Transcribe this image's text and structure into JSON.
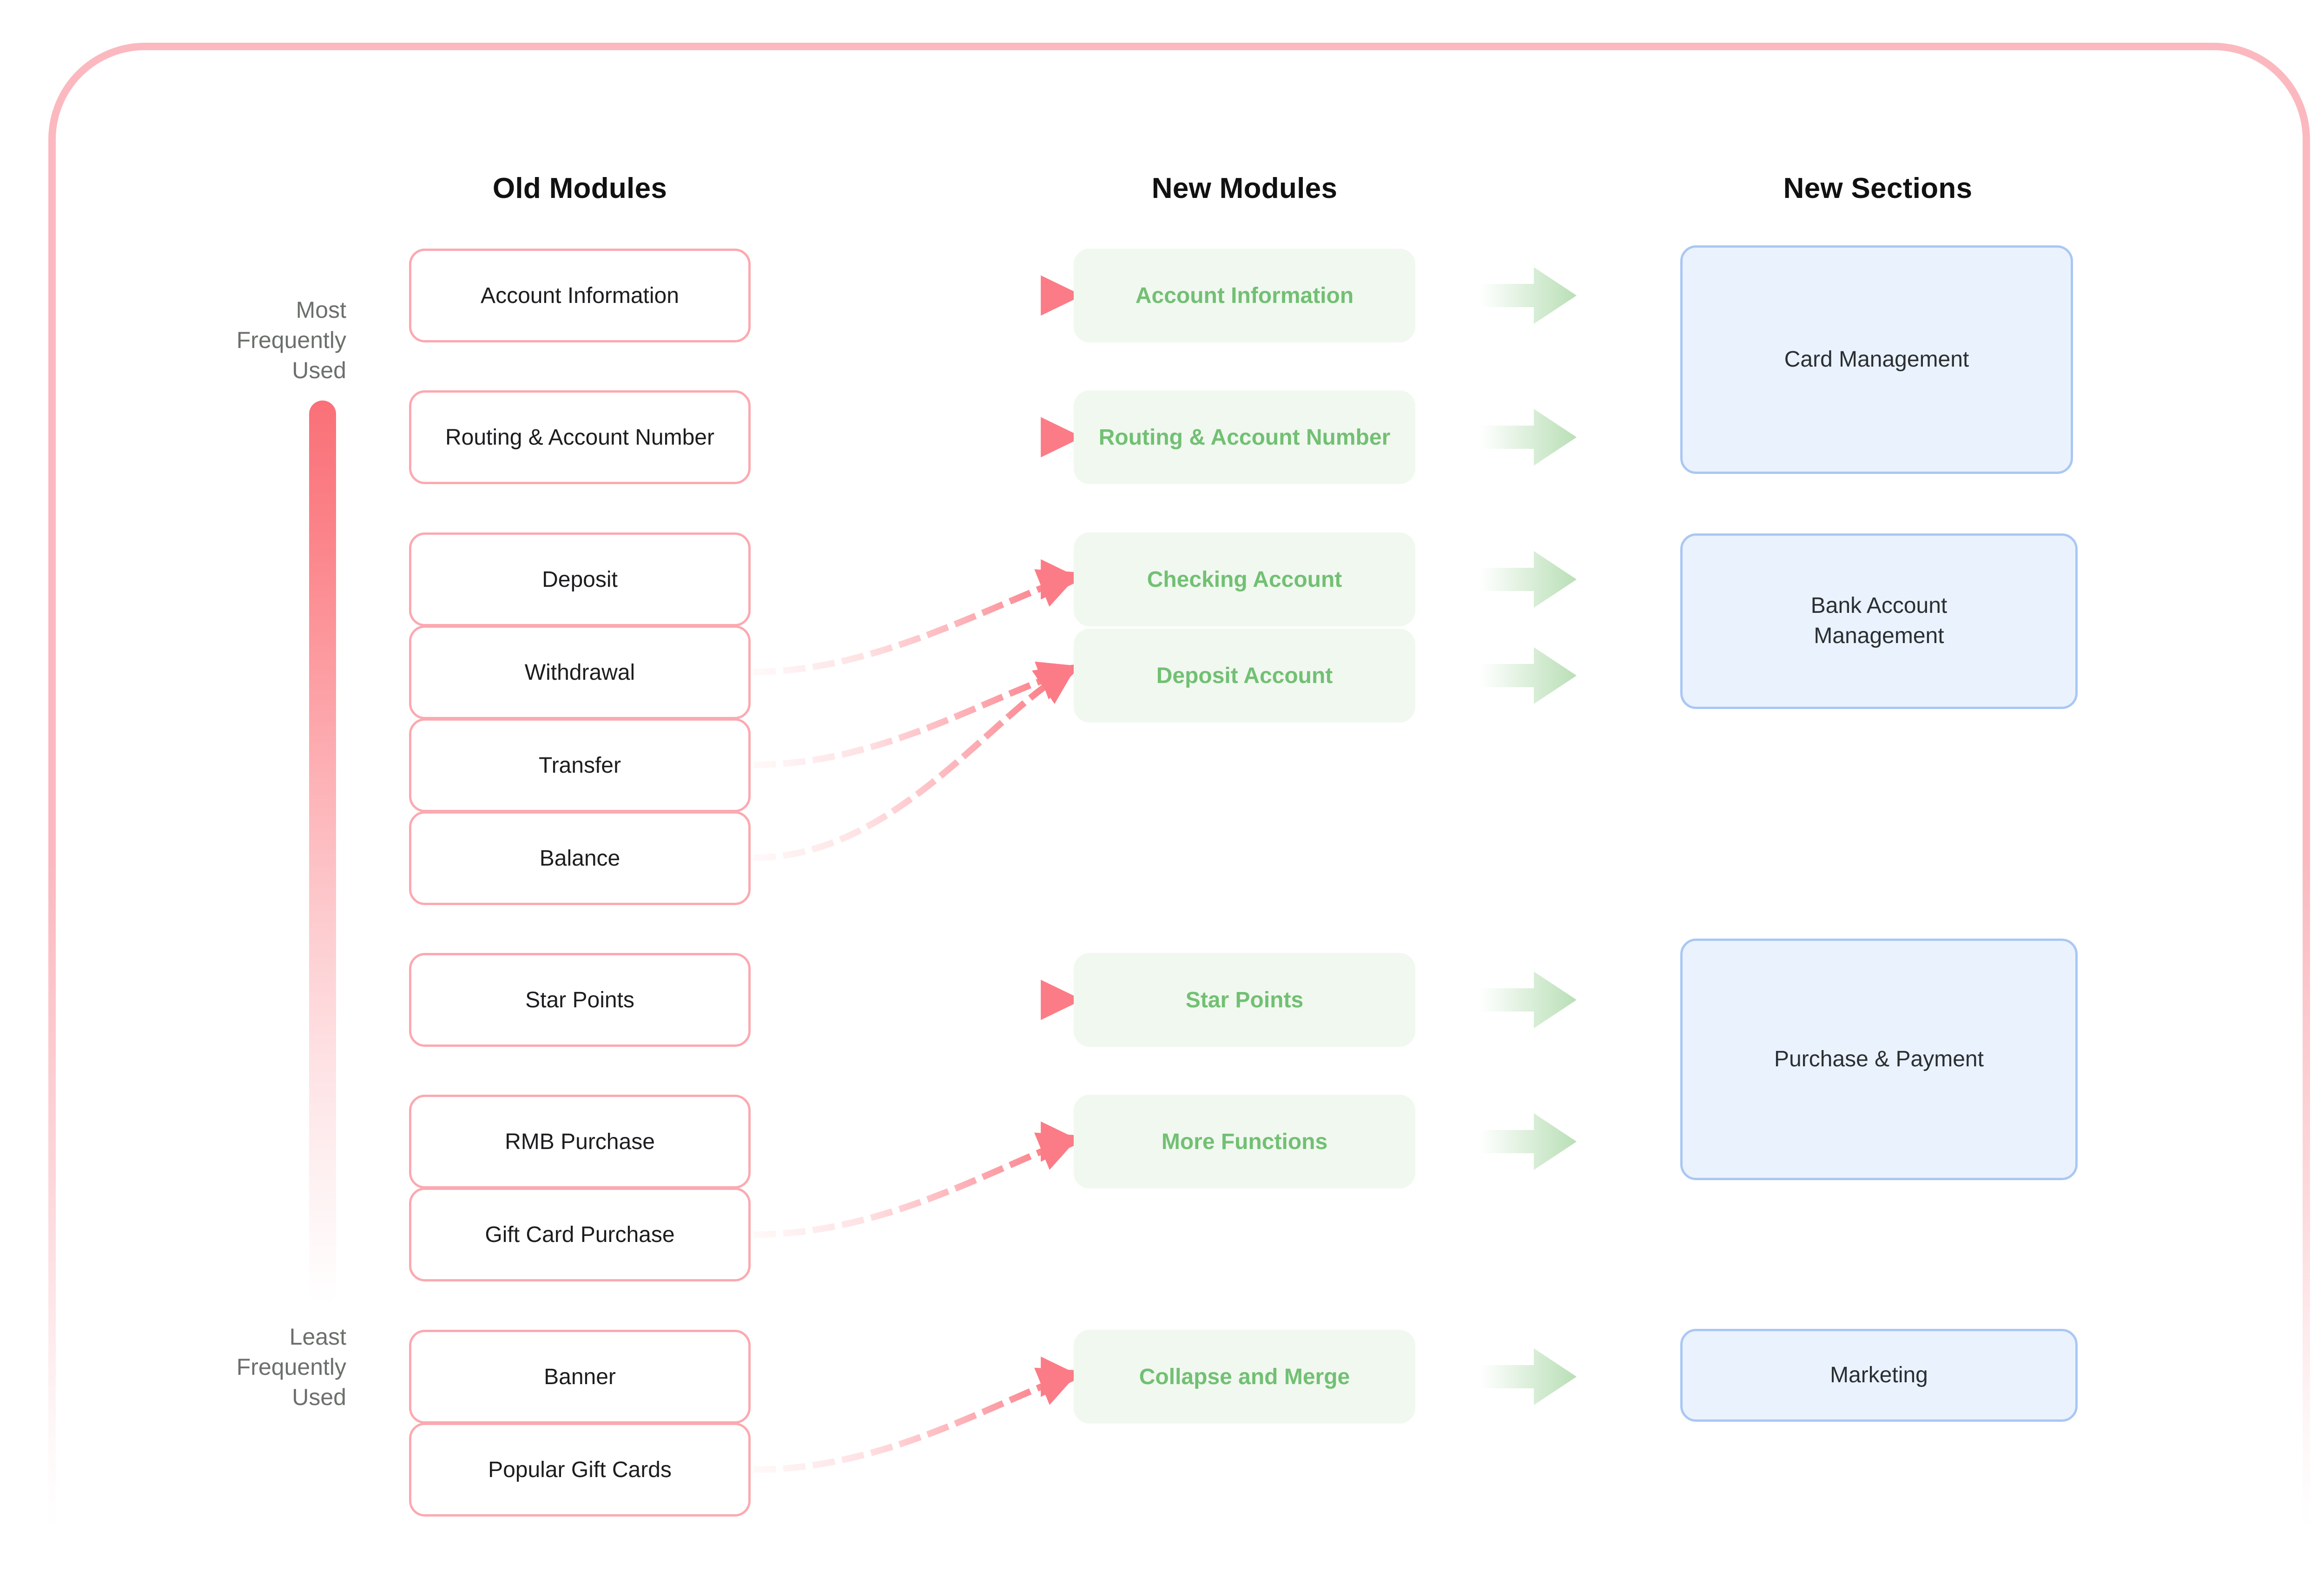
{
  "diagram": {
    "title_columns": {
      "old": "Old Modules",
      "new_modules": "New Modules",
      "new_sections": "New Sections"
    },
    "frequency_scale": {
      "top_label": "Most\nFrequently\nUsed",
      "bottom_label": "Least\nFrequently\nUsed",
      "gradient_top_color": "#fa7078",
      "gradient_bottom_color": "#ffffff"
    },
    "colors": {
      "frame": "#fbb9bf",
      "old_border": "#fba9b0",
      "new_module_bg": "#f1f8f0",
      "new_module_text": "#72c073",
      "section_bg": "#eaf2fd",
      "section_border": "#a9c7f5",
      "connector": "#fb7c86",
      "green_arrow": "#b9dfb6"
    },
    "old_modules": [
      {
        "label": "Account Information"
      },
      {
        "label": "Routing & Account Number"
      },
      {
        "label": "Deposit"
      },
      {
        "label": "Withdrawal"
      },
      {
        "label": "Transfer"
      },
      {
        "label": "Balance"
      },
      {
        "label": "Star Points"
      },
      {
        "label": "RMB Purchase"
      },
      {
        "label": "Gift Card Purchase"
      },
      {
        "label": "Banner"
      },
      {
        "label": "Popular Gift Cards"
      }
    ],
    "new_modules": [
      {
        "label": "Account Information"
      },
      {
        "label": "Routing & Account Number"
      },
      {
        "label": "Checking Account"
      },
      {
        "label": "Deposit Account"
      },
      {
        "label": "Star Points"
      },
      {
        "label": "More Functions"
      },
      {
        "label": "Collapse and Merge"
      }
    ],
    "new_sections": [
      {
        "label": "Card Management"
      },
      {
        "label": "Bank Account\nManagement"
      },
      {
        "label": "Purchase & Payment"
      },
      {
        "label": "Marketing"
      }
    ],
    "mappings": [
      {
        "from": "Account Information",
        "to": "Account Information"
      },
      {
        "from": "Routing & Account Number",
        "to": "Routing & Account Number"
      },
      {
        "from": "Deposit",
        "to": "Checking Account"
      },
      {
        "from": "Withdrawal",
        "to": "Checking Account"
      },
      {
        "from": "Transfer",
        "to": "Deposit Account"
      },
      {
        "from": "Balance",
        "to": "Deposit Account"
      },
      {
        "from": "Star Points",
        "to": "Star Points"
      },
      {
        "from": "RMB Purchase",
        "to": "More Functions"
      },
      {
        "from": "Gift Card Purchase",
        "to": "More Functions"
      },
      {
        "from": "Banner",
        "to": "Collapse and Merge"
      },
      {
        "from": "Popular Gift Cards",
        "to": "Collapse and Merge"
      }
    ],
    "section_mappings": [
      {
        "from": "Account Information",
        "to": "Card Management"
      },
      {
        "from": "Routing & Account Number",
        "to": "Card Management"
      },
      {
        "from": "Checking Account",
        "to": "Bank Account Management"
      },
      {
        "from": "Deposit Account",
        "to": "Bank Account Management"
      },
      {
        "from": "Star Points",
        "to": "Purchase & Payment"
      },
      {
        "from": "More Functions",
        "to": "Purchase & Payment"
      },
      {
        "from": "Collapse and Merge",
        "to": "Marketing"
      }
    ]
  }
}
